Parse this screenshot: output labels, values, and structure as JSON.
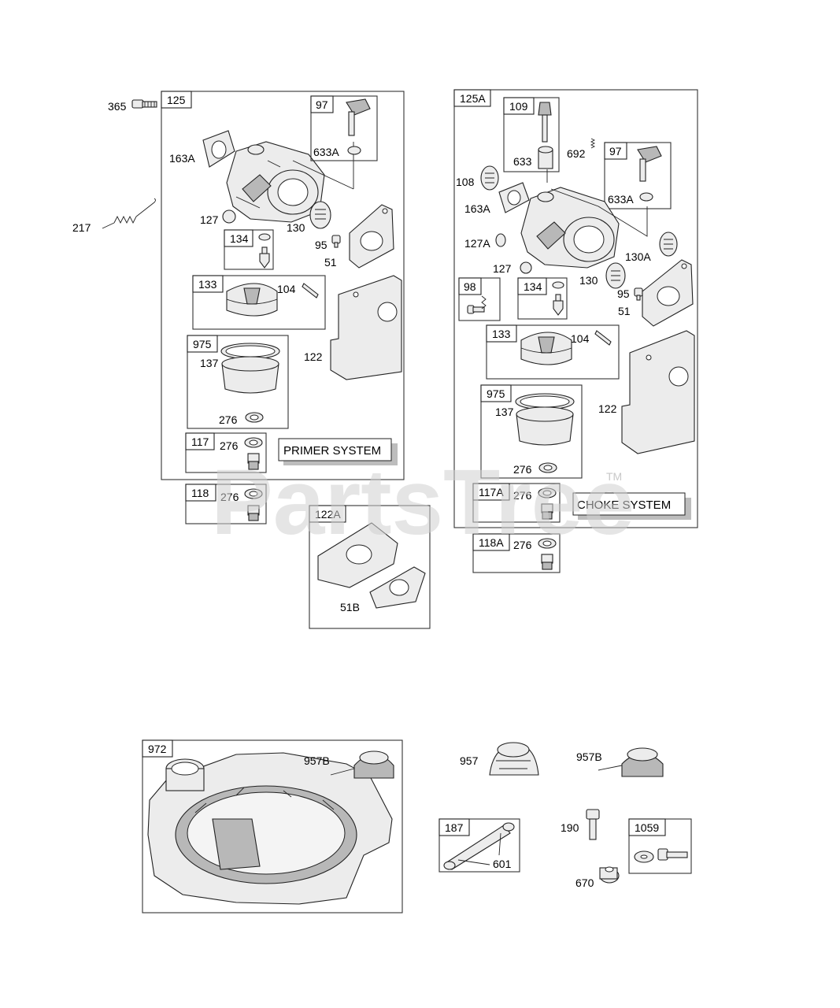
{
  "watermark": {
    "text": "PartsTree",
    "trademark": "TM"
  },
  "systems": {
    "primer": "PRIMER SYSTEM",
    "choke": "CHOKE SYSTEM"
  },
  "boxes": {
    "b125": "125",
    "b97a": "97",
    "b134a": "134",
    "b133a": "133",
    "b975a": "975",
    "b117": "117",
    "b118": "118",
    "b122A": "122A",
    "b125A": "125A",
    "b109": "109",
    "b97b": "97",
    "b98": "98",
    "b134b": "134",
    "b133b": "133",
    "b975b": "975",
    "b117A": "117A",
    "b118A": "118A",
    "b972": "972",
    "b187": "187",
    "b1059": "1059"
  },
  "labels": {
    "l365": "365",
    "l217": "217",
    "l163Aa": "163A",
    "l633Aa": "633A",
    "l127a": "127",
    "l130a": "130",
    "l95a": "95",
    "l51a": "51",
    "l104a": "104",
    "l122a": "122",
    "l137a": "137",
    "l276a": "276",
    "l276b": "276",
    "l276c": "276",
    "l51B": "51B",
    "l633": "633",
    "l692": "692",
    "l108": "108",
    "l163Ab": "163A",
    "l633Ab": "633A",
    "l127A": "127A",
    "l127b": "127",
    "l130b": "130",
    "l130A": "130A",
    "l95b": "95",
    "l51b": "51",
    "l104b": "104",
    "l122b": "122",
    "l137b": "137",
    "l276d": "276",
    "l276e": "276",
    "l276f": "276",
    "l957Ba": "957B",
    "l957": "957",
    "l957Bb": "957B",
    "l190": "190",
    "l601": "601",
    "l670": "670"
  }
}
